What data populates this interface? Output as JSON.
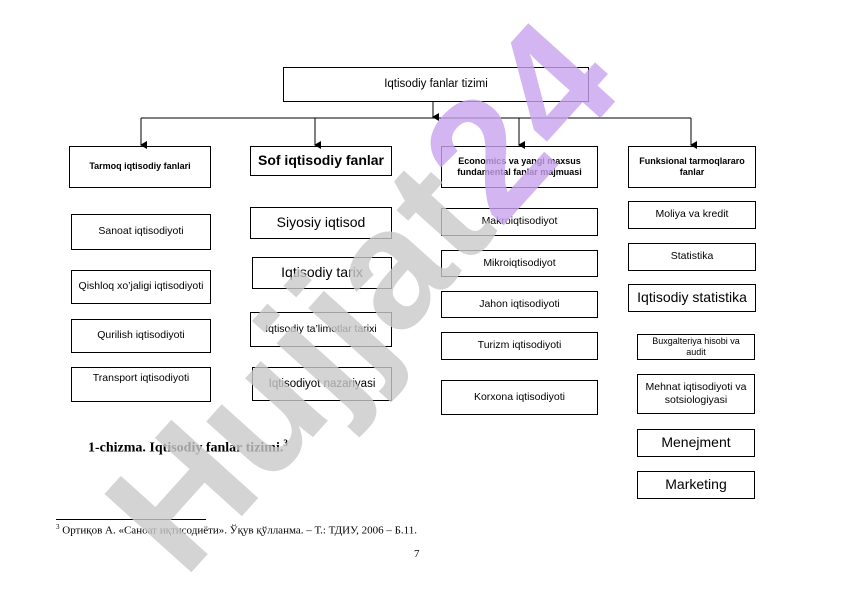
{
  "diagram": {
    "root": "Iqtisodiy fanlar tizimi",
    "categories": [
      {
        "title": "Tarmoq iqtisodiy fanlari",
        "items": [
          "Sanoat iqtisodiyoti",
          "Qishloq xo’jaligi iqtisodiyoti",
          "Qurilish iqtisodiyoti",
          "Transport iqtisodiyoti"
        ]
      },
      {
        "title": "Sof iqtisodiy fanlar",
        "items": [
          "Siyosiy iqtisod",
          "Iqtisodiy tarix",
          "Iqtisodiy ta’limotlar tarixi",
          "Iqtisodiyot nazariyasi"
        ]
      },
      {
        "title": "Economics va yangi maxsus fundamental fanlar majmuasi",
        "items": [
          "Makroiqtisodiyot",
          "Mikroiqtisodiyot",
          "Jahon iqtisodiyoti",
          "Turizm iqtisodiyoti",
          "Korxona iqtisodiyoti"
        ]
      },
      {
        "title": "Funksional tarmoqlararo fanlar",
        "items": [
          "Moliya va kredit",
          "Statistika",
          "Iqtisodiy statistika",
          "Buxgalteriya hisobi va audit",
          "Mehnat iqtisodiyoti va sotsiologiyasi",
          "Menejment",
          "Marketing"
        ]
      }
    ]
  },
  "caption": {
    "text": "1-chizma. Iqtisodiy fanlar tizimi.",
    "footnote_mark": "3"
  },
  "footnote": {
    "mark": "3",
    "text": " Ортиқов А.  «Саноат иқтисодиёти». Ўқув қўлланма. – Т.: ТДИУ, 2006 – Б.11."
  },
  "page_number": "7",
  "watermark": {
    "text": "Hujjat24",
    "color": "#c9c9c9",
    "accent_text": "24",
    "accent_color": "#c7a2ee"
  }
}
